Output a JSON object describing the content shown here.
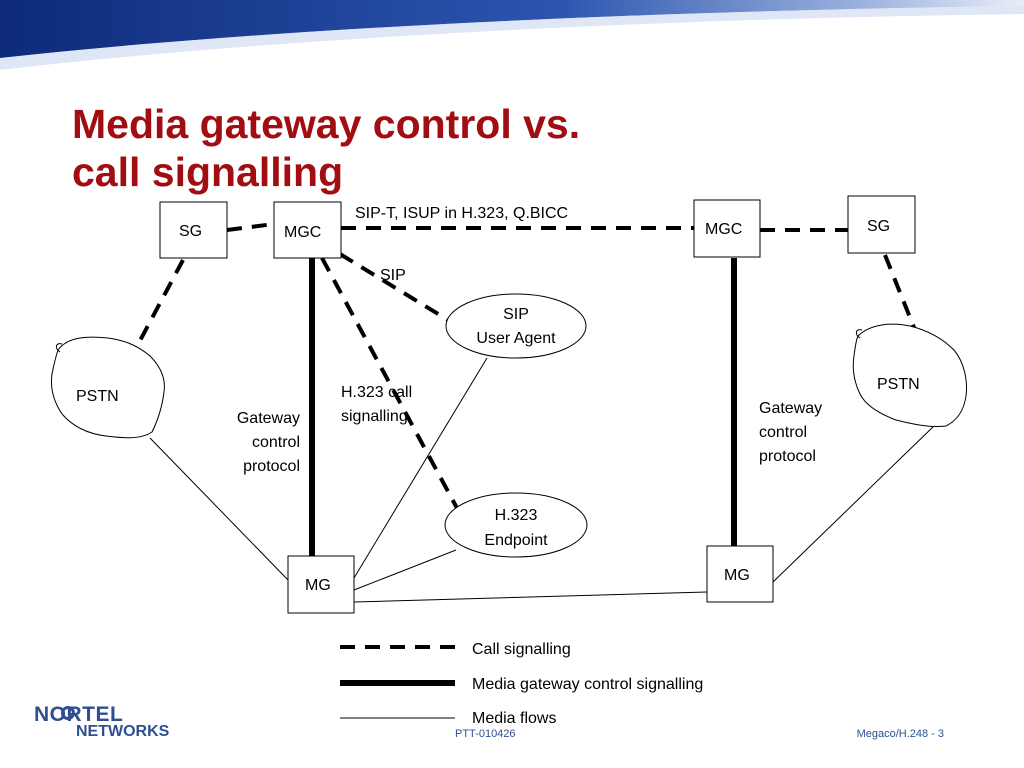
{
  "slide": {
    "title_line1": "Media gateway control vs.",
    "title_line2": "call signalling",
    "banner_color": "#1a3f8f",
    "title_color": "#a00e12"
  },
  "nodes": {
    "sg_left": "SG",
    "mgc_left": "MGC",
    "mgc_right": "MGC",
    "sg_right": "SG",
    "pstn_left": "PSTN",
    "pstn_right": "PSTN",
    "sip_ua_line1": "SIP",
    "sip_ua_line2": "User Agent",
    "h323_line1": "H.323",
    "h323_line2": "Endpoint",
    "mg_left": "MG",
    "mg_right": "MG"
  },
  "labels": {
    "top_link": "SIP-T, ISUP in H.323, Q.BICC",
    "sip": "SIP",
    "h323_call_line1": "H.323 call",
    "h323_call_line2": "signalling",
    "gcp_left_line1": "Gateway",
    "gcp_left_line2": "control",
    "gcp_left_line3": "protocol",
    "gcp_right_line1": "Gateway",
    "gcp_right_line2": "control",
    "gcp_right_line3": "protocol"
  },
  "legend": {
    "call_signalling": "Call signalling",
    "mgc_signalling": "Media gateway control signalling",
    "media_flows": "Media flows"
  },
  "footer": {
    "logo_line1": "NORTEL",
    "logo_line2": "NETWORKS",
    "doc_id": "PTT-010426",
    "page": "Megaco/H.248 - 3"
  }
}
